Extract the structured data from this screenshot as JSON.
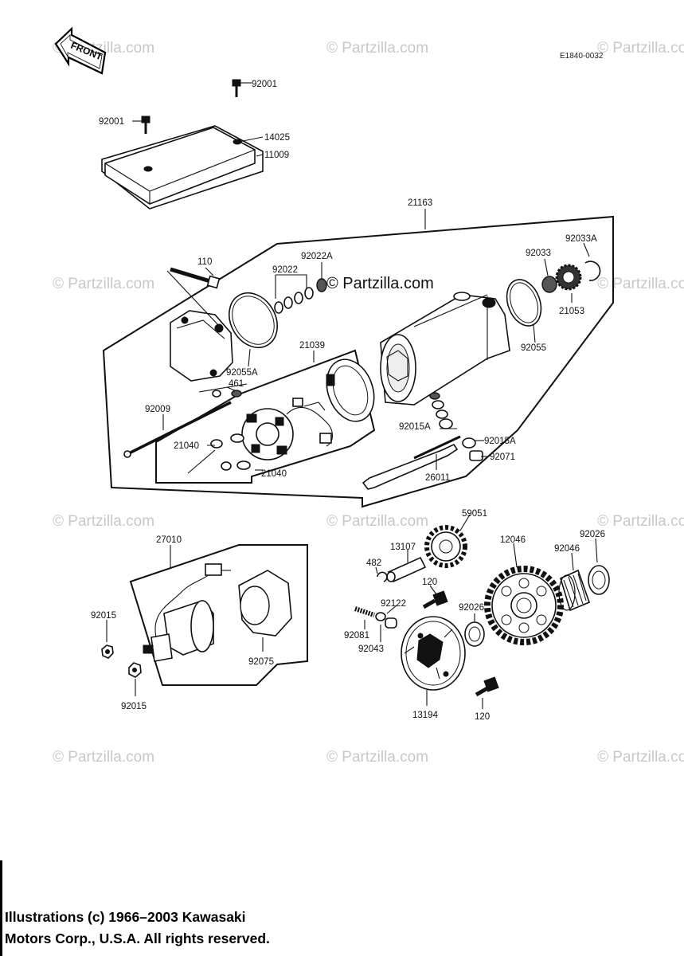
{
  "diagram_code": "E1840-0032",
  "front_label": "FRONT",
  "watermark_text": "© Partzilla.com",
  "copyright": {
    "line1": "Illustrations (c) 1966–2003 Kawasaki",
    "line2": "Motors Corp., U.S.A.  All rights reserved."
  },
  "part_numbers": {
    "p92001_top": "92001",
    "p92001_left": "92001",
    "p14025": "14025",
    "p11009": "11009",
    "p21163": "21163",
    "p110": "110",
    "p92022": "92022",
    "p92022A": "92022A",
    "p92033": "92033",
    "p92033A": "92033A",
    "p21053": "21053",
    "p92055": "92055",
    "p92055A": "92055A",
    "p21039": "21039",
    "p461": "461",
    "p92009": "92009",
    "p21040_a": "21040",
    "p21040_b": "21040",
    "p92015A_a": "92015A",
    "p92015A_b": "92015A",
    "p92071": "92071",
    "p26011": "26011",
    "p59051": "59051",
    "p27010": "27010",
    "p12046": "12046",
    "p92026_a": "92026",
    "p92046": "92046",
    "p13107": "13107",
    "p482": "482",
    "p120_a": "120",
    "p92122": "92122",
    "p92026_b": "92026",
    "p92015_a": "92015",
    "p92081": "92081",
    "p92043": "92043",
    "p92075": "92075",
    "p92015_b": "92015",
    "p13194": "13194",
    "p120_b": "120"
  }
}
